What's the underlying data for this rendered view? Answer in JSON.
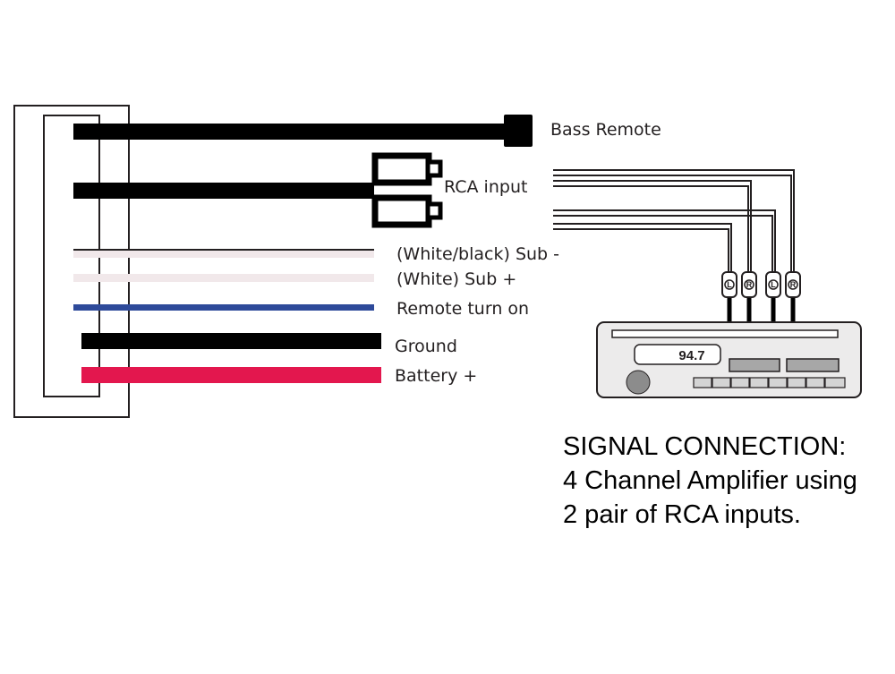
{
  "labels": {
    "bass_remote": "Bass Remote",
    "rca_input": "RCA input",
    "sub_negative": "(White/black) Sub -",
    "sub_positive": "(White) Sub +",
    "remote_turn_on": "Remote turn on",
    "ground": "Ground",
    "battery_positive": "Battery +"
  },
  "head_unit": {
    "frequency": "94.7"
  },
  "rca_plugs": [
    "L",
    "R",
    "L",
    "R"
  ],
  "caption": {
    "line1": "SIGNAL CONNECTION:",
    "line2": "4 Channel Amplifier using",
    "line3": "2 pair of RCA inputs."
  },
  "colors": {
    "wire_black": "#000000",
    "wire_white": "#f1e8ea",
    "wire_blue": "#2e4a9a",
    "wire_red": "#e3174e",
    "head_unit_fill": "#ecebeb",
    "head_unit_button": "#a7a7a7"
  }
}
